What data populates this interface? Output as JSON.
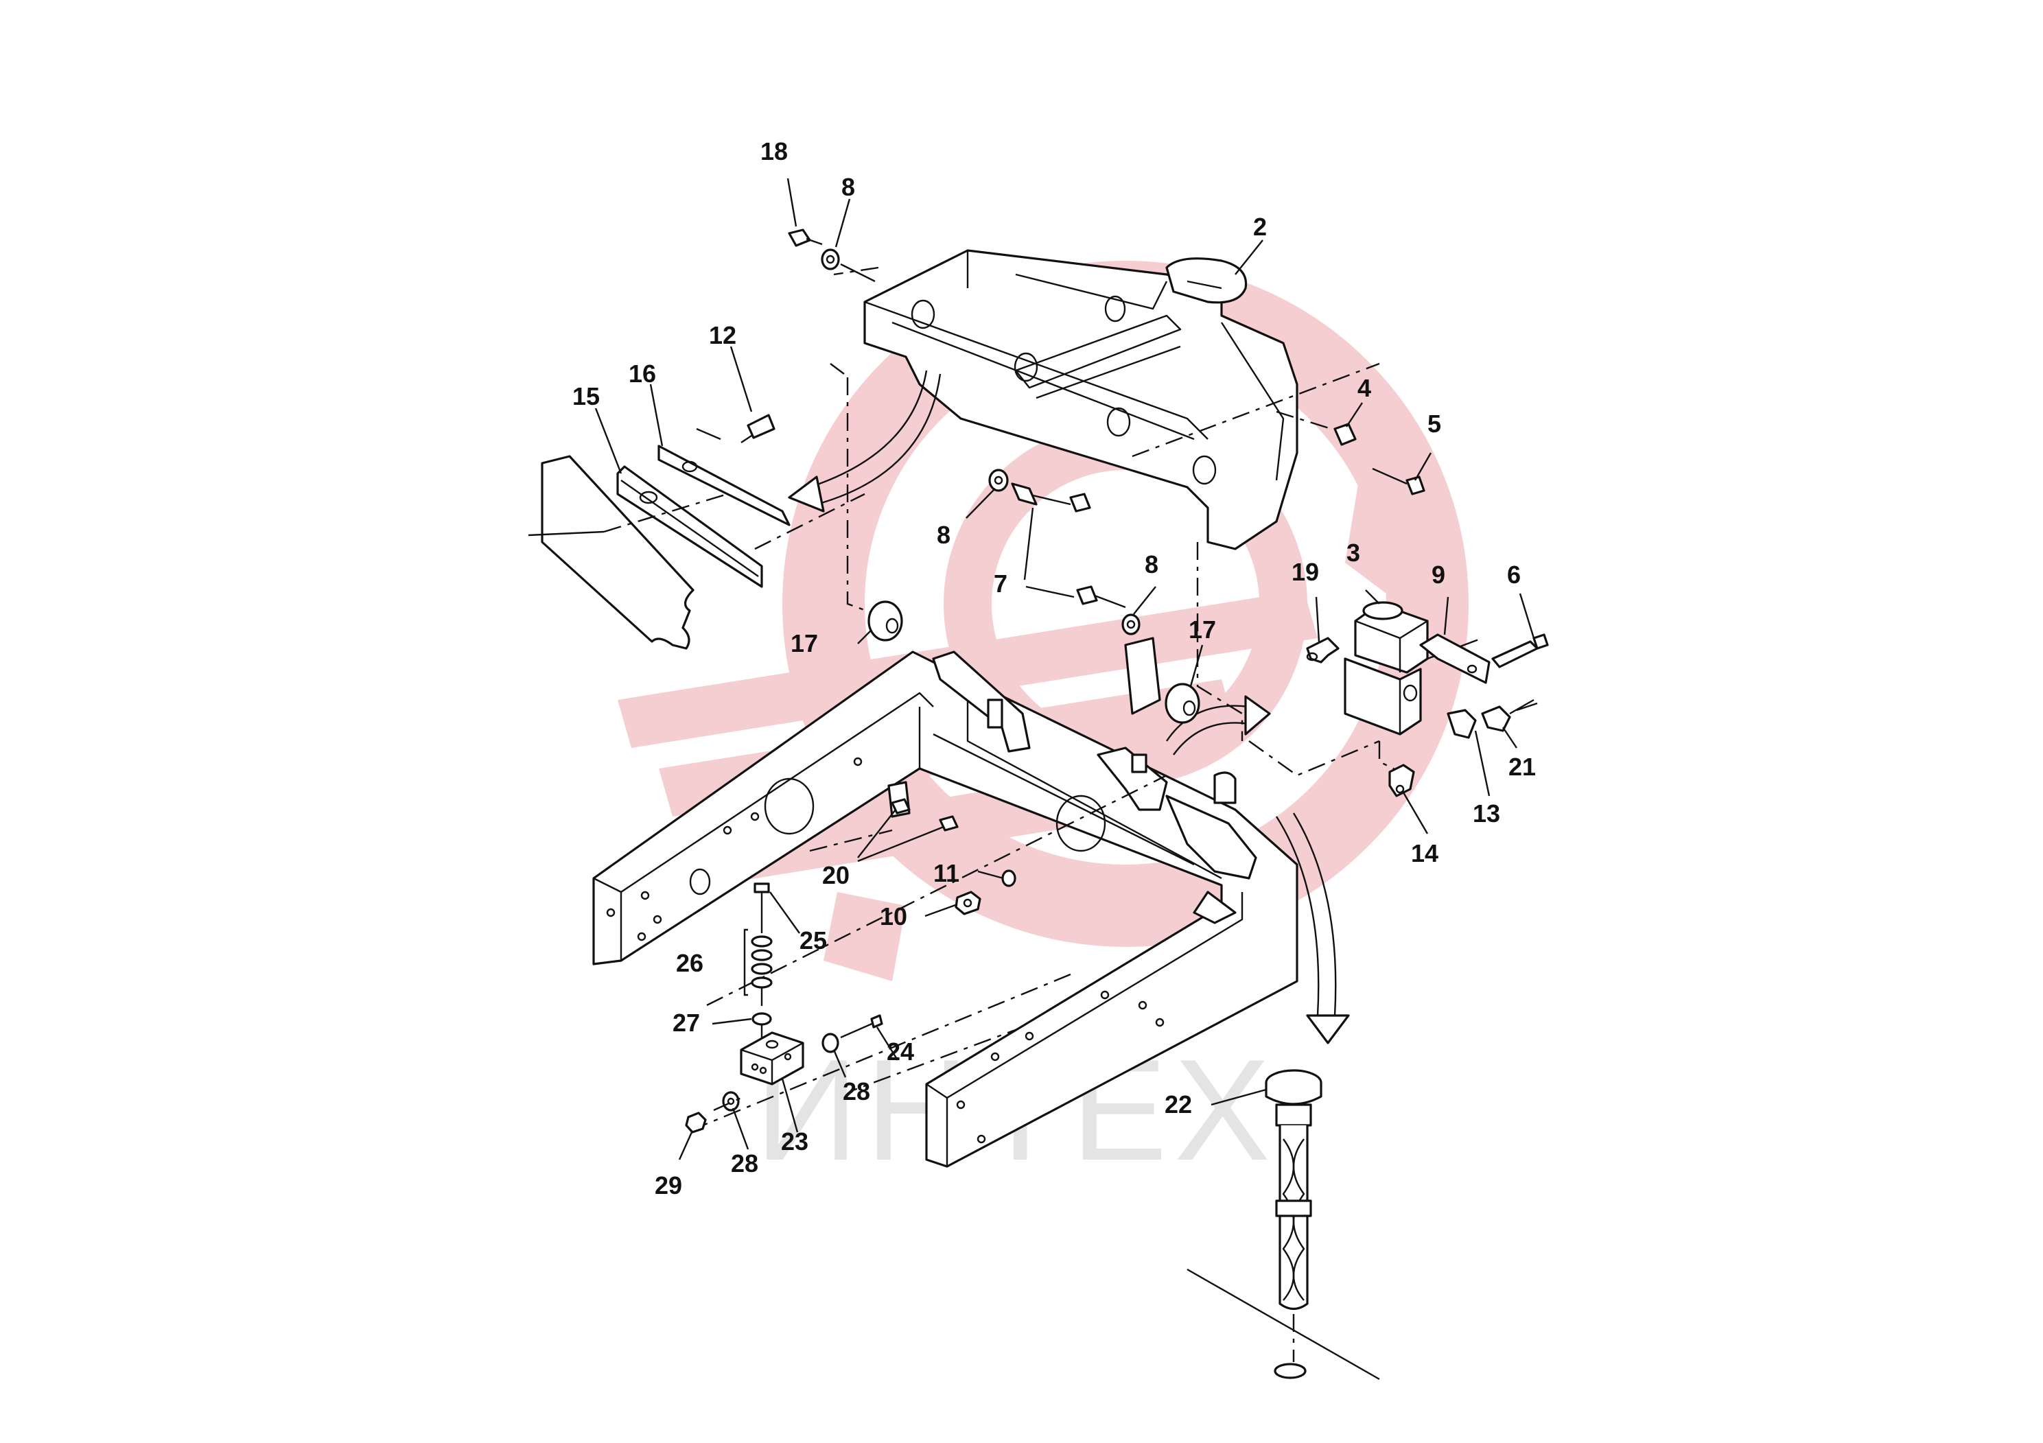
{
  "watermark": {
    "text": "ИНТЕХ",
    "logo_color": "#f4c6c9",
    "text_color": "#cfcfcf"
  },
  "callouts": [
    {
      "id": "c18",
      "label": "18"
    },
    {
      "id": "c8a",
      "label": "8"
    },
    {
      "id": "c2",
      "label": "2"
    },
    {
      "id": "c12",
      "label": "12"
    },
    {
      "id": "c16",
      "label": "16"
    },
    {
      "id": "c15",
      "label": "15"
    },
    {
      "id": "c4",
      "label": "4"
    },
    {
      "id": "c5",
      "label": "5"
    },
    {
      "id": "c8b",
      "label": "8"
    },
    {
      "id": "c7",
      "label": "7"
    },
    {
      "id": "c8c",
      "label": "8"
    },
    {
      "id": "c3",
      "label": "3"
    },
    {
      "id": "c19",
      "label": "19"
    },
    {
      "id": "c9",
      "label": "9"
    },
    {
      "id": "c6",
      "label": "6"
    },
    {
      "id": "c17a",
      "label": "17"
    },
    {
      "id": "c17b",
      "label": "17"
    },
    {
      "id": "c21",
      "label": "21"
    },
    {
      "id": "c13",
      "label": "13"
    },
    {
      "id": "c14",
      "label": "14"
    },
    {
      "id": "c20",
      "label": "20"
    },
    {
      "id": "c11",
      "label": "11"
    },
    {
      "id": "c10",
      "label": "10"
    },
    {
      "id": "c25",
      "label": "25"
    },
    {
      "id": "c26",
      "label": "26"
    },
    {
      "id": "c27",
      "label": "27"
    },
    {
      "id": "c24",
      "label": "24"
    },
    {
      "id": "c28a",
      "label": "28"
    },
    {
      "id": "c23",
      "label": "23"
    },
    {
      "id": "c28b",
      "label": "28"
    },
    {
      "id": "c29",
      "label": "29"
    },
    {
      "id": "c22",
      "label": "22"
    }
  ]
}
